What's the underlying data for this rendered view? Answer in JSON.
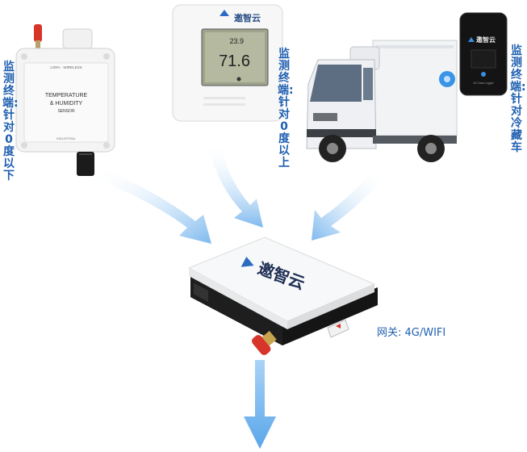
{
  "labels": {
    "sensor_left": "监测终端:针对0度以下",
    "sensor_middle": "监测终端:针对0度以上",
    "sensor_right": "监测终端:针对冷藏车",
    "gateway": "网关: 4G/WIFI"
  },
  "devices": {
    "left_sensor": {
      "top_text": "LORA · WIRELESS",
      "line1": "TEMPERATURE",
      "line2": "& HUMIDITY",
      "line3": "SENSOR",
      "bottom_text": "INDUSTRIAL"
    },
    "display_sensor": {
      "brand": "邀智云",
      "reading_top": "23.9",
      "reading_main": "71.6"
    },
    "truck_logger": {
      "brand": "邀智云",
      "caption": "4G Data Logger"
    },
    "gateway_box": {
      "brand": "邀智云"
    }
  },
  "colors": {
    "label_blue": "#1f5fb0",
    "arrow_blue": "#8ec3f2",
    "antenna_red": "#d8352a"
  }
}
